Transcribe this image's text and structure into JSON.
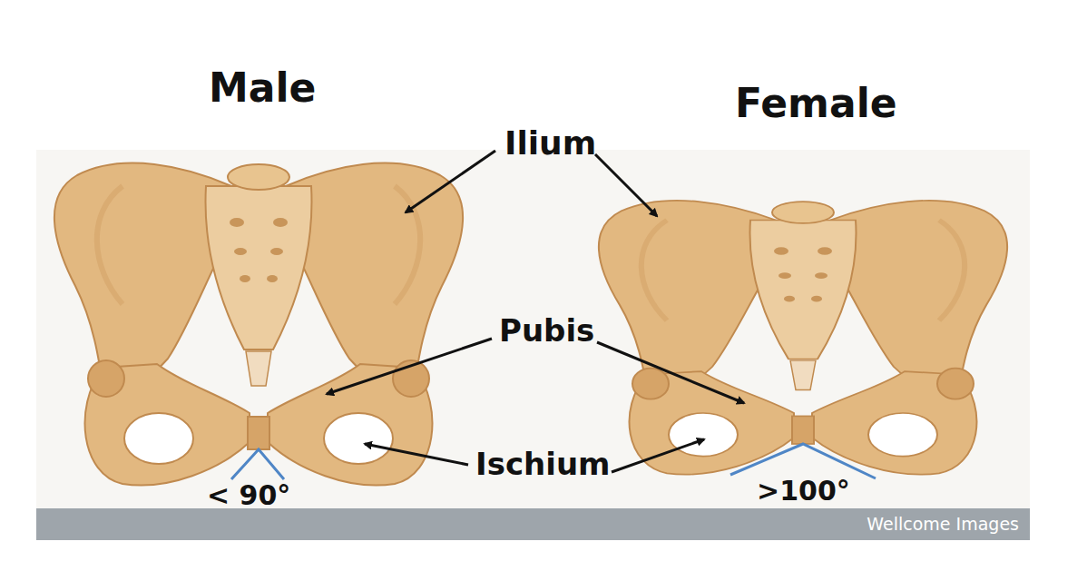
{
  "diagram": {
    "labels": [
      "Male",
      "Female",
      "Ilium",
      "Pubis",
      "Ischium",
      "< 90°",
      ">100°",
      "Wellcome Images"
    ]
  }
}
